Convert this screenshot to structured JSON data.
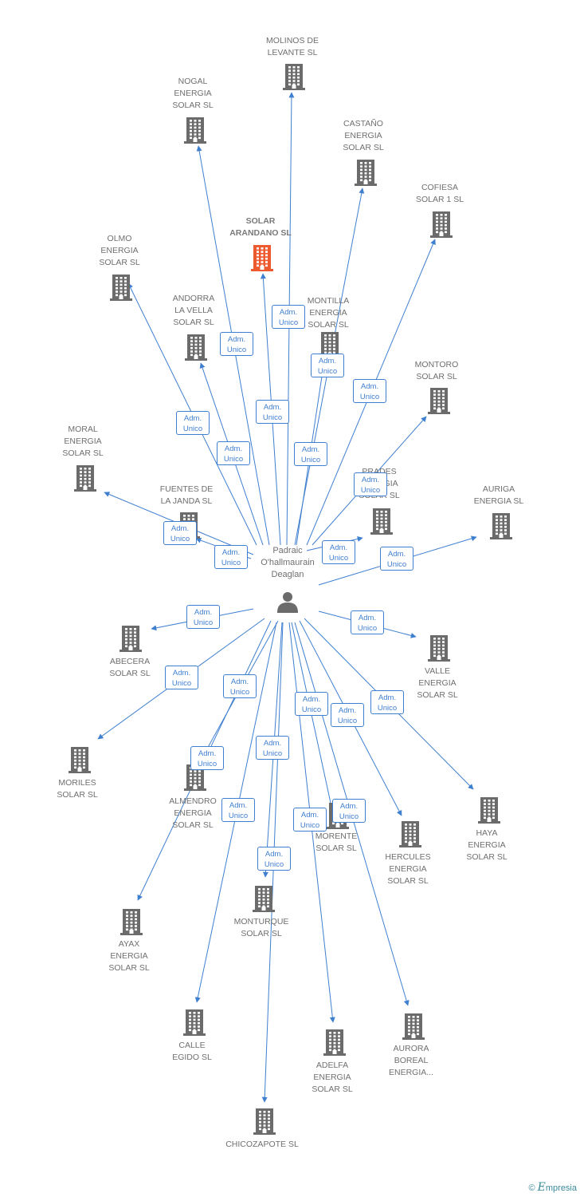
{
  "center": {
    "name": "Padraic\nO'hallmaurain\nDeaglan"
  },
  "relation_label": {
    "line1": "Adm.",
    "line2": "Unico"
  },
  "colors": {
    "edge": "#3f7fd0",
    "building": "#6b6b6b",
    "highlight": "#ee5a30"
  },
  "nodes": [
    {
      "name": "MOLINOS DE\nLEVANTE SL"
    },
    {
      "name": "NOGAL\nENERGIA\nSOLAR SL"
    },
    {
      "name": "CASTAÑO\nENERGIA\nSOLAR SL"
    },
    {
      "name": "COFIESA\nSOLAR 1 SL"
    },
    {
      "name": "SOLAR\nARANDANO SL",
      "highlight": true
    },
    {
      "name": "OLMO\nENERGIA\nSOLAR SL"
    },
    {
      "name": "ANDORRA\nLA VELLA\nSOLAR SL"
    },
    {
      "name": "MONTILLA\nENERGIA\nSOLAR SL"
    },
    {
      "name": "MONTORO\nSOLAR SL"
    },
    {
      "name": "MORAL\nENERGIA\nSOLAR SL"
    },
    {
      "name": "PRADES\nENERGIA\nSOLAR SL"
    },
    {
      "name": "FUENTES DE\nLA JANDA SL"
    },
    {
      "name": "AURIGA\nENERGIA SL"
    },
    {
      "name": "ABECERA\nSOLAR SL"
    },
    {
      "name": "VALLE\nENERGIA\nSOLAR SL"
    },
    {
      "name": "MORILES\nSOLAR SL"
    },
    {
      "name": "ALMENDRO\nENERGIA\nSOLAR SL"
    },
    {
      "name": "HAYA\nENERGIA\nSOLAR SL"
    },
    {
      "name": "HERCULES\nENERGIA\nSOLAR SL"
    },
    {
      "name": "MORENTE\nSOLAR SL"
    },
    {
      "name": "AYAX\nENERGIA\nSOLAR SL"
    },
    {
      "name": "MONTURQUE\nSOLAR SL"
    },
    {
      "name": "CALLE\nEGIDO SL"
    },
    {
      "name": "AURORA\nBOREAL\nENERGIA..."
    },
    {
      "name": "ADELFA\nENERGIA\nSOLAR SL"
    },
    {
      "name": "CHICOZAPOTE SL"
    }
  ],
  "footer": {
    "copyright": "©",
    "brand_initial": "E",
    "brand_rest": "mpresia"
  }
}
